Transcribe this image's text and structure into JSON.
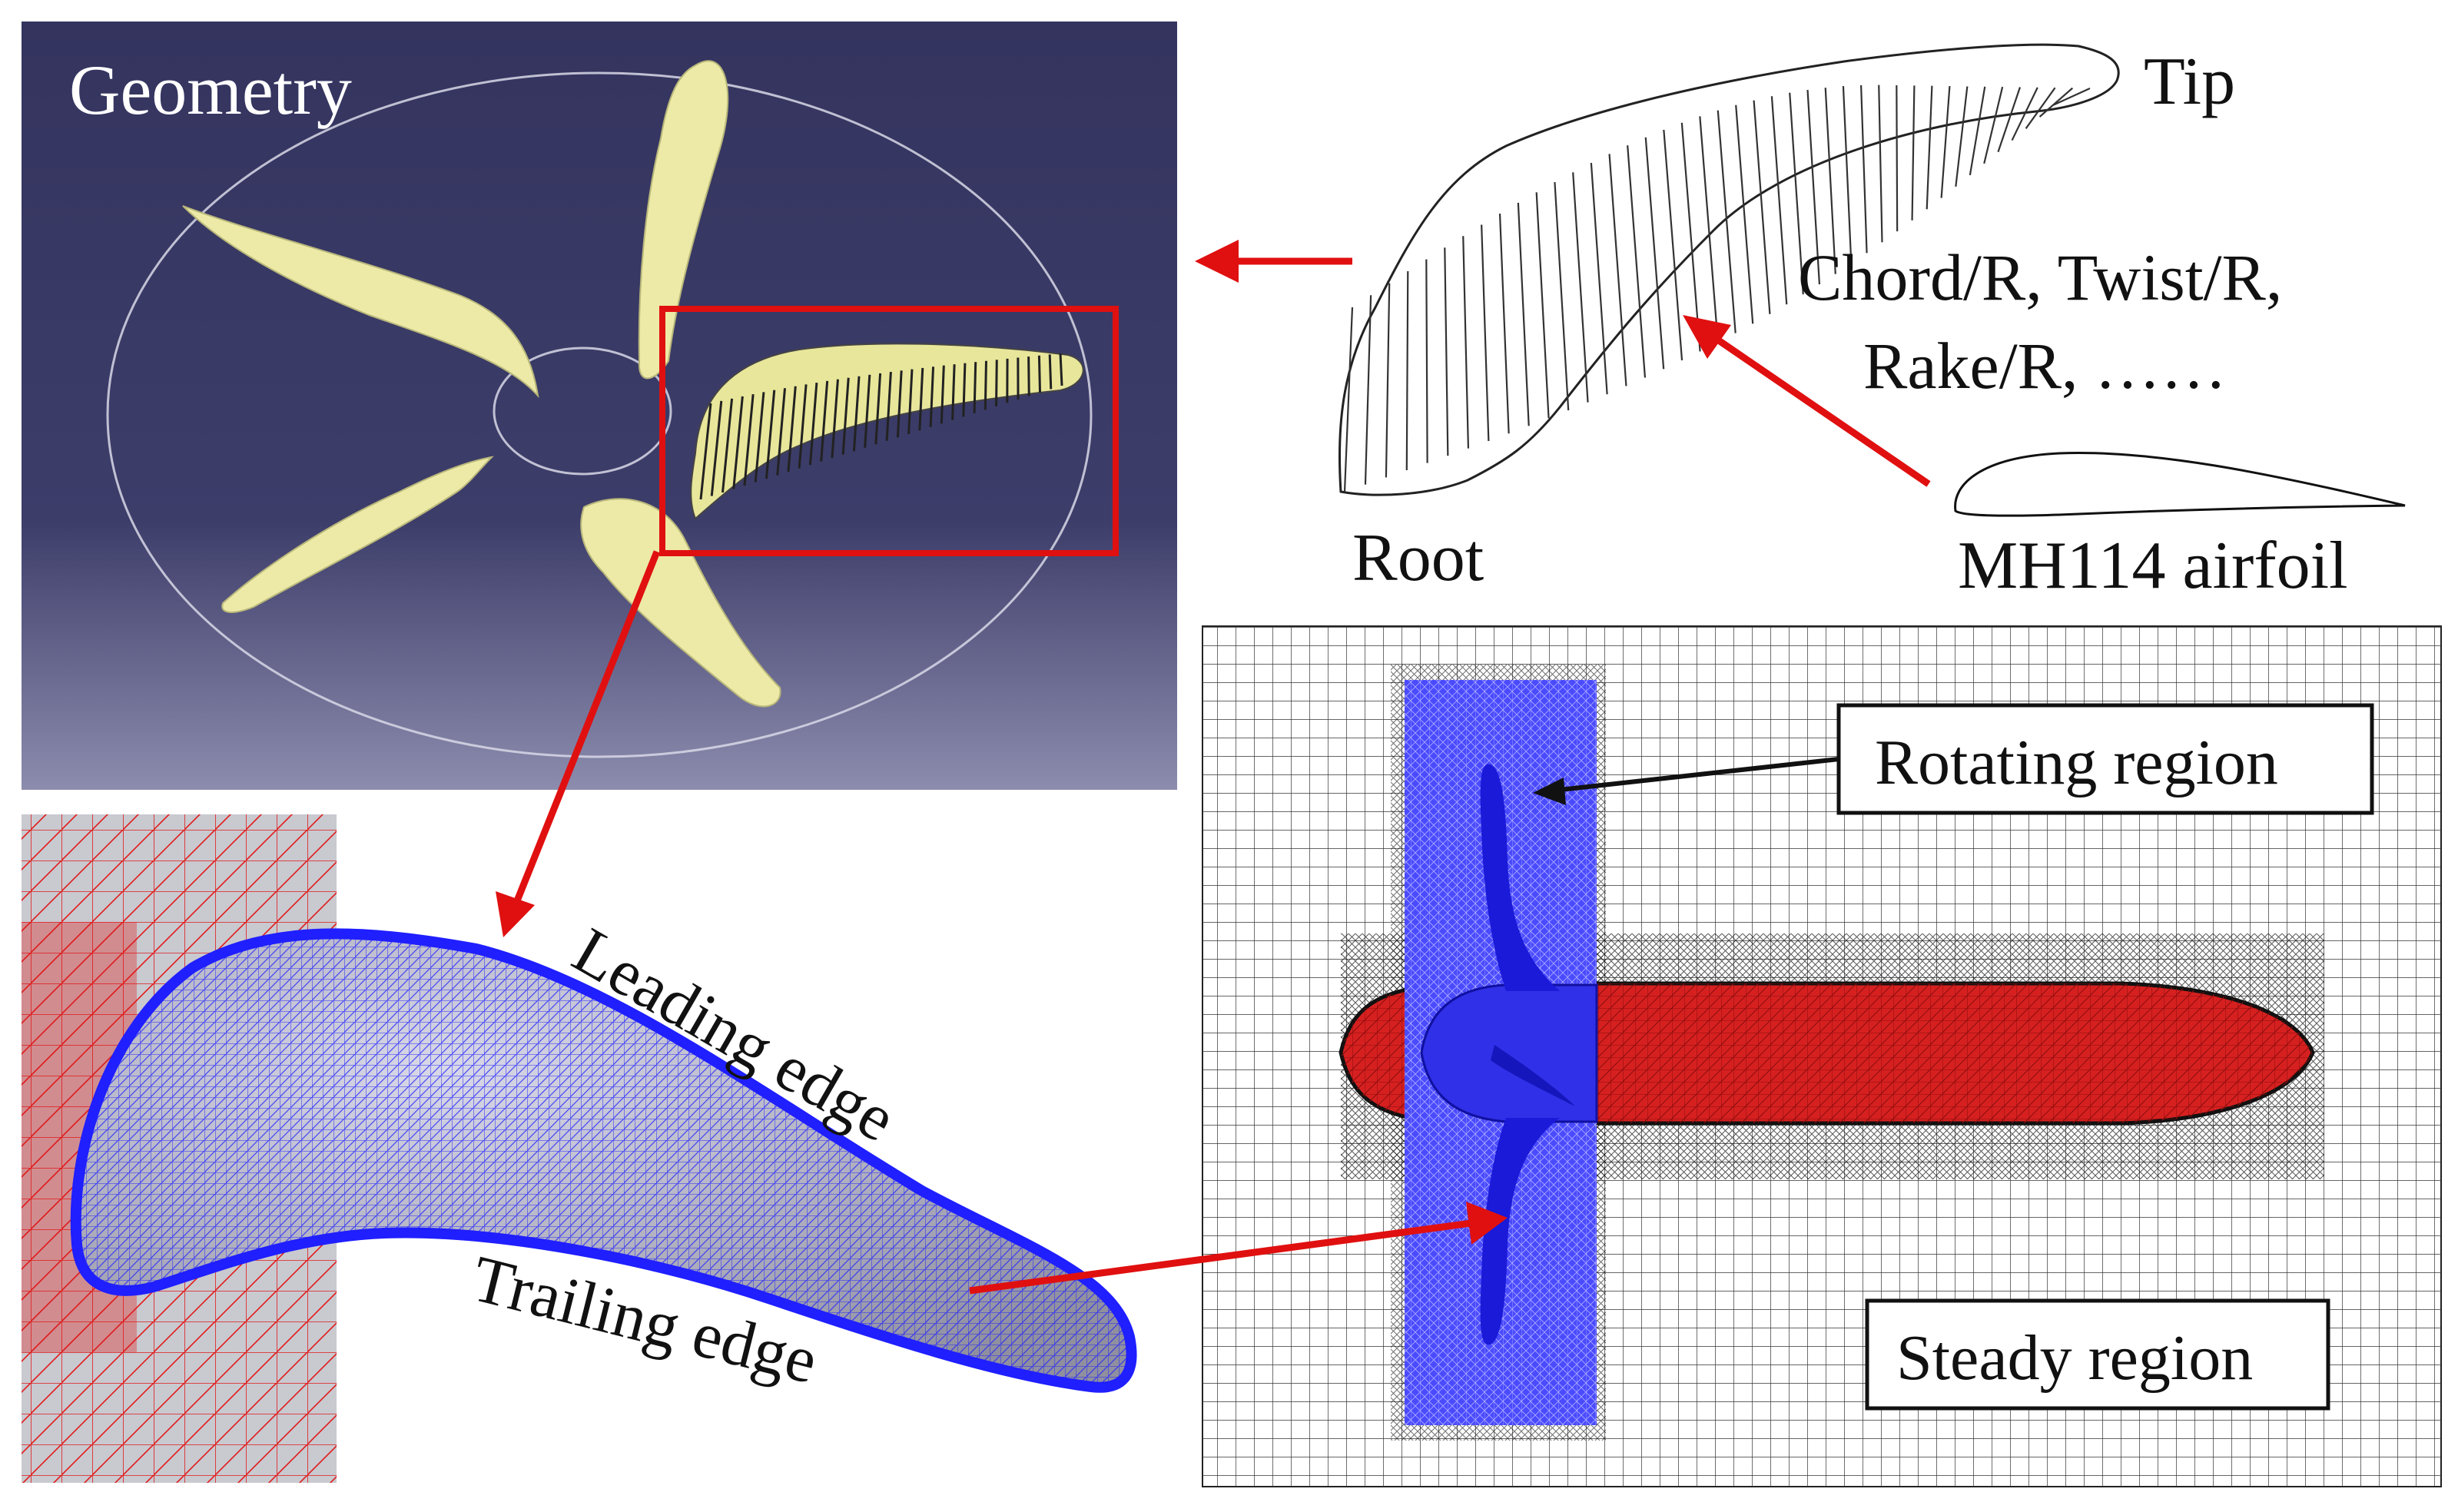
{
  "geometry_panel": {
    "title": "Geometry",
    "bg_top": "#34345f",
    "bg_bottom": "#8c8cae",
    "blade_color": "#eceaa6"
  },
  "blade_section": {
    "tip_label": "Tip",
    "root_label": "Root",
    "params_line1": "Chord/R, Twist/R,",
    "params_line2": "Rake/R, ……",
    "airfoil_label": "MH114 airfoil"
  },
  "blade_mesh": {
    "leading_edge_label": "Leading edge",
    "trailing_edge_label": "Trailing edge",
    "blade_mesh_color": "#1f1fff",
    "hub_mesh_color": "#e01a1a"
  },
  "domain_mesh": {
    "rotating_label": "Rotating region",
    "steady_label": "Steady region",
    "rotating_color": "#4a4aff",
    "hull_color": "#d62020"
  },
  "arrow_color": "#e01010"
}
